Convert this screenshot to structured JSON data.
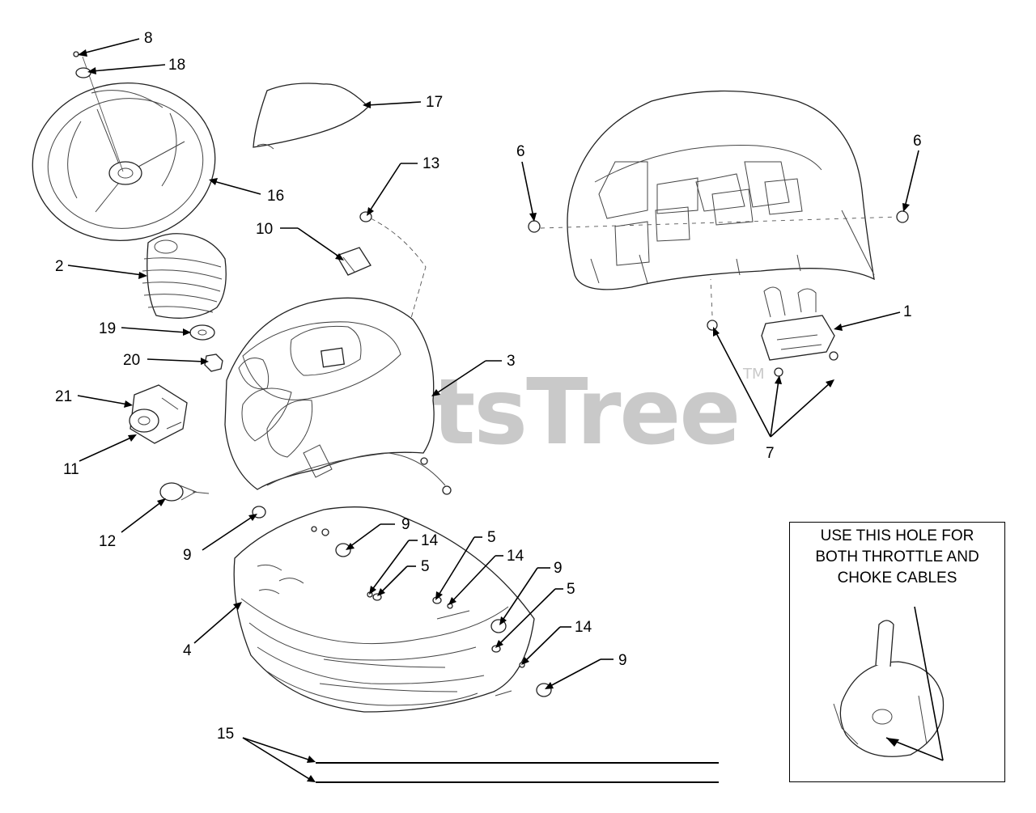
{
  "watermark": {
    "text": "PartsTree",
    "tm": "TM"
  },
  "inset": {
    "note": "USE THIS HOLE FOR\nBOTH THROTTLE AND\nCHOKE CABLES"
  },
  "callouts": {
    "c1": "1",
    "c2": "2",
    "c3": "3",
    "c4": "4",
    "c5a": "5",
    "c5b": "5",
    "c5c": "5",
    "c6a": "6",
    "c6b": "6",
    "c7": "7",
    "c8": "8",
    "c9a": "9",
    "c9b": "9",
    "c9c": "9",
    "c9d": "9",
    "c10": "10",
    "c11": "11",
    "c12": "12",
    "c13": "13",
    "c14a": "14",
    "c14b": "14",
    "c14c": "14",
    "c15": "15",
    "c16": "16",
    "c17": "17",
    "c18": "18",
    "c19": "19",
    "c20": "20",
    "c21": "21"
  },
  "colors": {
    "lines": "#000000",
    "watermark": "#c9c9c9",
    "background": "#ffffff"
  }
}
